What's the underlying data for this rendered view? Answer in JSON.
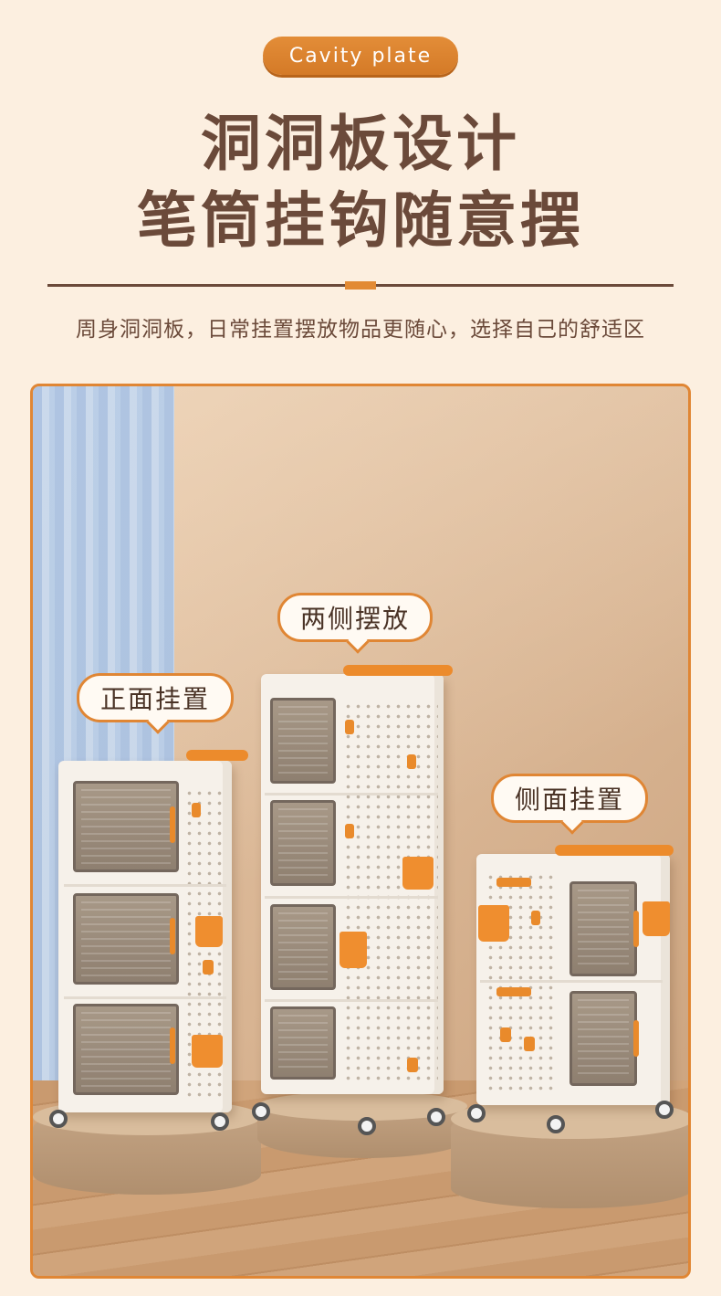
{
  "badge": "Cavity plate",
  "headline": {
    "line1": "洞洞板设计",
    "line2": "笔筒挂钩随意摆"
  },
  "description": "周身洞洞板，日常挂置摆放物品更随心，选择自己的舒适区",
  "callouts": {
    "front": "正面挂置",
    "sides": "两侧摆放",
    "side": "侧面挂置"
  },
  "colors": {
    "accent": "#e28a34",
    "text_brown": "#6b4a3a",
    "background": "#fcefe0"
  }
}
